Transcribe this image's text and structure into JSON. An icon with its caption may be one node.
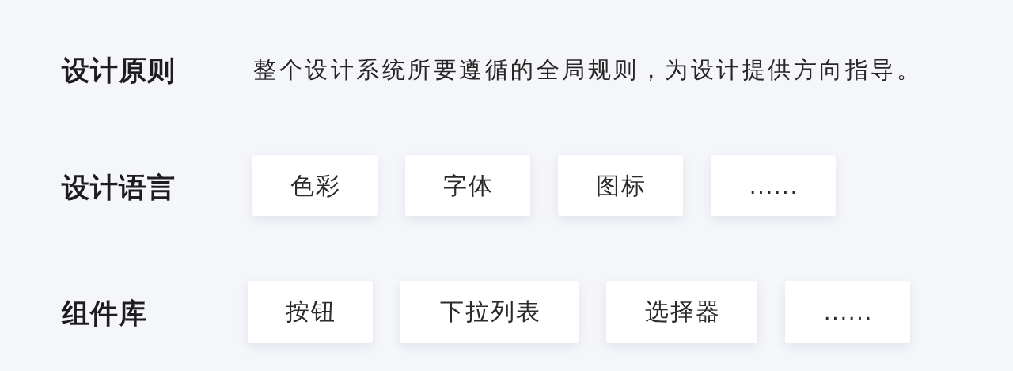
{
  "diagram": {
    "nodes": [
      {
        "text": [
          "色彩"
        ]
      },
      {
        "text": [
          "字体"
        ]
      },
      {
        "text": [
          "图标"
        ]
      },
      {
        "text": [
          "......"
        ]
      },
      {
        "text": [
          "按钮"
        ]
      },
      {
        "text": [
          "下拉列表"
        ]
      },
      {
        "text": [
          "选择器"
        ]
      },
      {
        "text": [
          "......"
        ]
      }
    ],
    "labels": [
      "设计原则",
      "整个设计系统所要遵循的全局规则，为设计提供方向指导。",
      "设计语言",
      "组件库"
    ]
  }
}
